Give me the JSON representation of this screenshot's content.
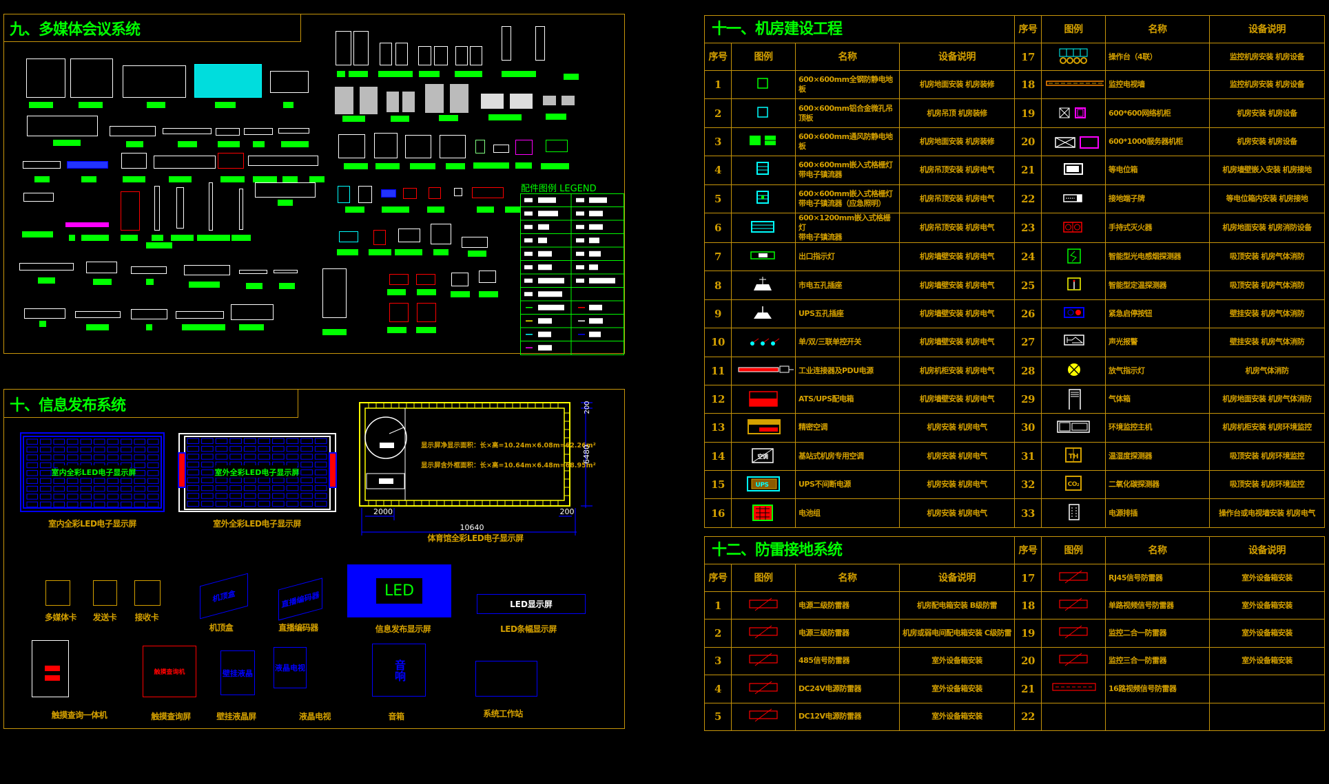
{
  "multimedia": {
    "title": "九、多媒体会议系统",
    "legend_title": "配件图例 LEGEND",
    "legend_line_colors": [
      "#00ff00",
      "#ff0000",
      "#ffff00",
      "#ffffff",
      "#00ffff",
      "#0000ff",
      "#ff00ff"
    ]
  },
  "info_release": {
    "title": "十、信息发布系统",
    "indoor_screen": {
      "inner": "室内全彩LED电子显示屏",
      "caption": "室内全彩LED电子显示屏"
    },
    "outdoor_screen": {
      "inner": "室外全彩LED电子显示屏",
      "caption": "室外全彩LED电子显示屏"
    },
    "stadium_screen": {
      "net_area": "显示屏净显示面积：长×高=10.24m×6.08m=62.26m²",
      "frame_area": "显示屏含外框面积：长×高=10.64m×6.48m=68.95m²",
      "dim_top": "200",
      "dim_height": "6480",
      "dim_left": "2000",
      "dim_width": "10640",
      "dim_right": "200",
      "caption": "体育馆全彩LED电子显示屏"
    },
    "devices": [
      {
        "caption": "多媒体卡"
      },
      {
        "caption": "发送卡"
      },
      {
        "caption": "接收卡"
      },
      {
        "caption": "机顶盒",
        "inner": "机顶盒"
      },
      {
        "caption": "直播编码器",
        "inner": "直播编码器"
      },
      {
        "caption": "信息发布显示屏",
        "inner": "LED"
      },
      {
        "caption": "LED条幅显示屏",
        "inner": "LED显示屏"
      },
      {
        "caption": "触摸查询一体机"
      },
      {
        "caption": "触摸查询屏",
        "inner": "触摸查询机"
      },
      {
        "caption": "壁挂液晶屏",
        "inner": "壁挂液晶"
      },
      {
        "caption": "液晶电视",
        "inner": "液晶电视"
      },
      {
        "caption": "音箱",
        "inner": "音响"
      },
      {
        "caption": "系统工作站"
      }
    ]
  },
  "machine_room": {
    "title": "十一、机房建设工程",
    "headers": [
      "序号",
      "图例",
      "名称",
      "设备说明"
    ],
    "rows": [
      {
        "no": "1",
        "name": "600×600mm全钢防静电地板",
        "desc": "机房地面安装  机房装修",
        "icon": "square-outline",
        "color": "#00ff00"
      },
      {
        "no": "2",
        "name": "600×600mm铝合金微孔吊顶板",
        "desc": "机房吊顶  机房装修",
        "icon": "square-outline",
        "color": "#00ffff"
      },
      {
        "no": "3",
        "name": "600×600mm通风防静电地板",
        "desc": "机房地面安装  机房装修",
        "icon": "double-square",
        "color": "#00ff00"
      },
      {
        "no": "4",
        "name": "600×600mm嵌入式格栅灯\n带电子镇流器",
        "desc": "机房吊顶安装  机房电气",
        "icon": "grille-light",
        "color": "#00ffff"
      },
      {
        "no": "5",
        "name": "600×600mm嵌入式格栅灯\n带电子镇流器（应急照明）",
        "desc": "机房吊顶安装  机房电气",
        "icon": "emergency-light",
        "color": "#00ffff"
      },
      {
        "no": "6",
        "name": "600×1200mm嵌入式格栅灯\n带电子镇流器",
        "desc": "机房吊顶安装  机房电气",
        "icon": "long-grille-light",
        "color": "#00ffff"
      },
      {
        "no": "7",
        "name": "出口指示灯",
        "desc": "机房墙壁安装  机房电气",
        "icon": "exit-sign",
        "color": "#00ff00"
      },
      {
        "no": "8",
        "name": "市电五孔插座",
        "desc": "机房墙壁安装  机房电气",
        "icon": "socket",
        "color": "#ffffff"
      },
      {
        "no": "9",
        "name": "UPS五孔插座",
        "desc": "机房墙壁安装  机房电气",
        "icon": "ups-socket",
        "color": "#ffffff"
      },
      {
        "no": "10",
        "name": "单/双/三联单控开关",
        "desc": "机房墙壁安装  机房电气",
        "icon": "switch",
        "color": "#00ffff"
      },
      {
        "no": "11",
        "name": "工业连接器及PDU电源",
        "desc": "机房机柜安装  机房电气",
        "icon": "pdu",
        "color": "#ff0000"
      },
      {
        "no": "12",
        "name": "ATS/UPS配电箱",
        "desc": "机房墙壁安装  机房电气",
        "icon": "distribution-box",
        "color": "#ff0000"
      },
      {
        "no": "13",
        "name": "精密空调",
        "desc": "机房安装  机房电气",
        "icon": "precision-ac",
        "color": "#d4a000"
      },
      {
        "no": "14",
        "name": "基站式机房专用空调",
        "desc": "机房安装  机房电气",
        "icon": "base-station-ac",
        "color": "#ffffff"
      },
      {
        "no": "15",
        "name": "UPS不间断电源",
        "desc": "机房安装  机房电气",
        "icon": "ups",
        "color": "#00ffff"
      },
      {
        "no": "16",
        "name": "电池组",
        "desc": "机房安装  机房电气",
        "icon": "battery",
        "color": "#ff0000"
      },
      {
        "no": "17",
        "name": "操作台（4联）",
        "desc": "监控机房安装  机房设备",
        "icon": "console",
        "color": "#00ffff"
      },
      {
        "no": "18",
        "name": "监控电视墙",
        "desc": "监控机房安装  机房设备",
        "icon": "tv-wall",
        "color": "#ff8800"
      },
      {
        "no": "19",
        "name": "600*600网络机柜",
        "desc": "机房安装  机房设备",
        "icon": "network-cabinet",
        "color": "#ff00ff"
      },
      {
        "no": "20",
        "name": "600*1000服务器机柜",
        "desc": "机房安装  机房设备",
        "icon": "server-cabinet",
        "color": "#ff00ff"
      },
      {
        "no": "21",
        "name": "等电位箱",
        "desc": "机房墙壁嵌入安装  机房接地",
        "icon": "equipotential-box",
        "color": "#ffffff"
      },
      {
        "no": "22",
        "name": "接地端子牌",
        "desc": "等电位箱内安装  机房接地",
        "icon": "ground-terminal",
        "color": "#ffffff"
      },
      {
        "no": "23",
        "name": "手持式灭火器",
        "desc": "机房地面安装  机房消防设备",
        "icon": "extinguisher",
        "color": "#ff0000"
      },
      {
        "no": "24",
        "name": "智能型光电感烟探测器",
        "desc": "吸顶安装  机房气体消防",
        "icon": "smoke-detector",
        "color": "#00ff00"
      },
      {
        "no": "25",
        "name": "智能型定温探测器",
        "desc": "吸顶安装  机房气体消防",
        "icon": "heat-detector",
        "color": "#ffff00"
      },
      {
        "no": "26",
        "name": "紧急启停按钮",
        "desc": "壁挂安装  机房气体消防",
        "icon": "emergency-button",
        "color": "#0000ff"
      },
      {
        "no": "27",
        "name": "声光报警",
        "desc": "壁挂安装  机房气体消防",
        "icon": "alarm",
        "color": "#ffffff"
      },
      {
        "no": "28",
        "name": "放气指示灯",
        "desc": "机房气体消防",
        "icon": "release-lamp",
        "color": "#ffff00"
      },
      {
        "no": "29",
        "name": "气体箱",
        "desc": "机房地面安装  机房气体消防",
        "icon": "gas-cabinet",
        "color": "#ffffff"
      },
      {
        "no": "30",
        "name": "环境监控主机",
        "desc": "机房机柜安装  机房环境监控",
        "icon": "env-monitor",
        "color": "#ffffff"
      },
      {
        "no": "31",
        "name": "温湿度探测器",
        "desc": "吸顶安装  机房环境监控",
        "icon": "th-sensor",
        "color": "#d4a000",
        "icon_text": "TH"
      },
      {
        "no": "32",
        "name": "二氧化碳探测器",
        "desc": "吸顶安装  机房环境监控",
        "icon": "co2-sensor",
        "color": "#d4a000",
        "icon_text": "CO₂"
      },
      {
        "no": "33",
        "name": "电源排插",
        "desc": "操作台或电视墙安装  机房电气",
        "icon": "power-strip",
        "color": "#ffffff"
      }
    ]
  },
  "lightning": {
    "title": "十二、防雷接地系统",
    "headers": [
      "序号",
      "图例",
      "名称",
      "设备说明"
    ],
    "rows": [
      {
        "no": "1",
        "name": "电源二级防雷器",
        "desc": "机房配电箱安装 B级防雷",
        "icon": "surge-protector",
        "color": "#ff0000"
      },
      {
        "no": "2",
        "name": "电源三级防雷器",
        "desc": "机房或弱电间配电箱安装 C级防雷",
        "icon": "surge-protector",
        "color": "#ff0000"
      },
      {
        "no": "3",
        "name": "485信号防雷器",
        "desc": "室外设备箱安装",
        "icon": "surge-protector",
        "color": "#ff0000"
      },
      {
        "no": "4",
        "name": "DC24V电源防雷器",
        "desc": "室外设备箱安装",
        "icon": "surge-protector",
        "color": "#ff0000"
      },
      {
        "no": "5",
        "name": "DC12V电源防雷器",
        "desc": "室外设备箱安装",
        "icon": "surge-protector",
        "color": "#ff0000"
      },
      {
        "no": "17",
        "name": "RJ45信号防雷器",
        "desc": "室外设备箱安装",
        "icon": "surge-protector",
        "color": "#ff0000"
      },
      {
        "no": "18",
        "name": "单路视频信号防雷器",
        "desc": "室外设备箱安装",
        "icon": "surge-protector",
        "color": "#ff0000"
      },
      {
        "no": "19",
        "name": "监控二合一防雷器",
        "desc": "室外设备箱安装",
        "icon": "surge-protector",
        "color": "#ff0000"
      },
      {
        "no": "20",
        "name": "监控三合一防雷器",
        "desc": "室外设备箱安装",
        "icon": "surge-protector",
        "color": "#ff0000"
      },
      {
        "no": "21",
        "name": "16路视频信号防雷器",
        "desc": "",
        "icon": "surge-protector-16",
        "color": "#ff0000"
      },
      {
        "no": "22",
        "name": "",
        "desc": ""
      }
    ]
  }
}
